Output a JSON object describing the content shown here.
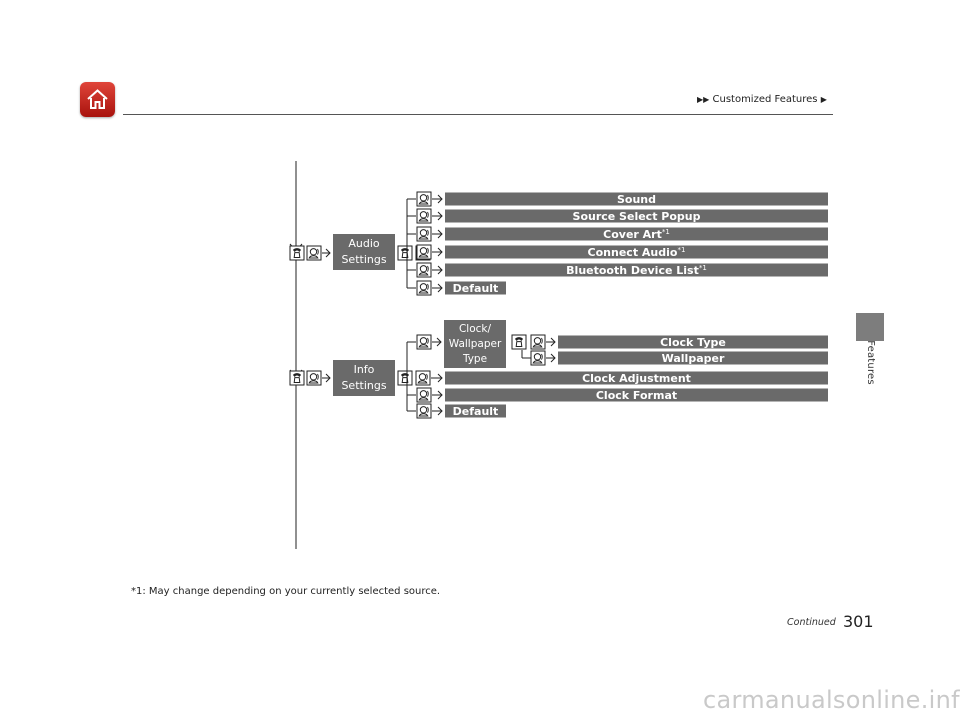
{
  "header": {
    "breadcrumb": "Customized Features",
    "home_icon": "home-icon"
  },
  "side_tab": {
    "label": "Features"
  },
  "diagram": {
    "icons": {
      "phone": "phone-icon",
      "talk": "talk-icon"
    },
    "audio_group": {
      "label_line1": "Audio",
      "label_line2": "Settings",
      "items": [
        {
          "label": "Sound",
          "sup": ""
        },
        {
          "label": "Source Select Popup",
          "sup": ""
        },
        {
          "label": "Cover Art",
          "sup": "*1"
        },
        {
          "label": "Connect Audio",
          "sup": "*1"
        },
        {
          "label": "Bluetooth Device List",
          "sup": "*1"
        },
        {
          "label": "Default",
          "sup": ""
        }
      ]
    },
    "info_group": {
      "label_line1": "Info",
      "label_line2": "Settings",
      "sub_group": {
        "label_line1": "Clock/",
        "label_line2": "Wallpaper",
        "label_line3": "Type",
        "items": [
          {
            "label": "Clock Type"
          },
          {
            "label": "Wallpaper"
          }
        ]
      },
      "items": [
        {
          "label": "Clock Adjustment"
        },
        {
          "label": "Clock Format"
        },
        {
          "label": "Default"
        }
      ]
    }
  },
  "footnote": "*1: May change depending on your currently selected source.",
  "footer": {
    "continued": "Continued",
    "page_number": "301"
  },
  "watermark": "carmanualsonline.info",
  "colors": {
    "bar": "#6a6a6a",
    "side_tab": "#7d7d7d",
    "home": "#c4221b"
  }
}
